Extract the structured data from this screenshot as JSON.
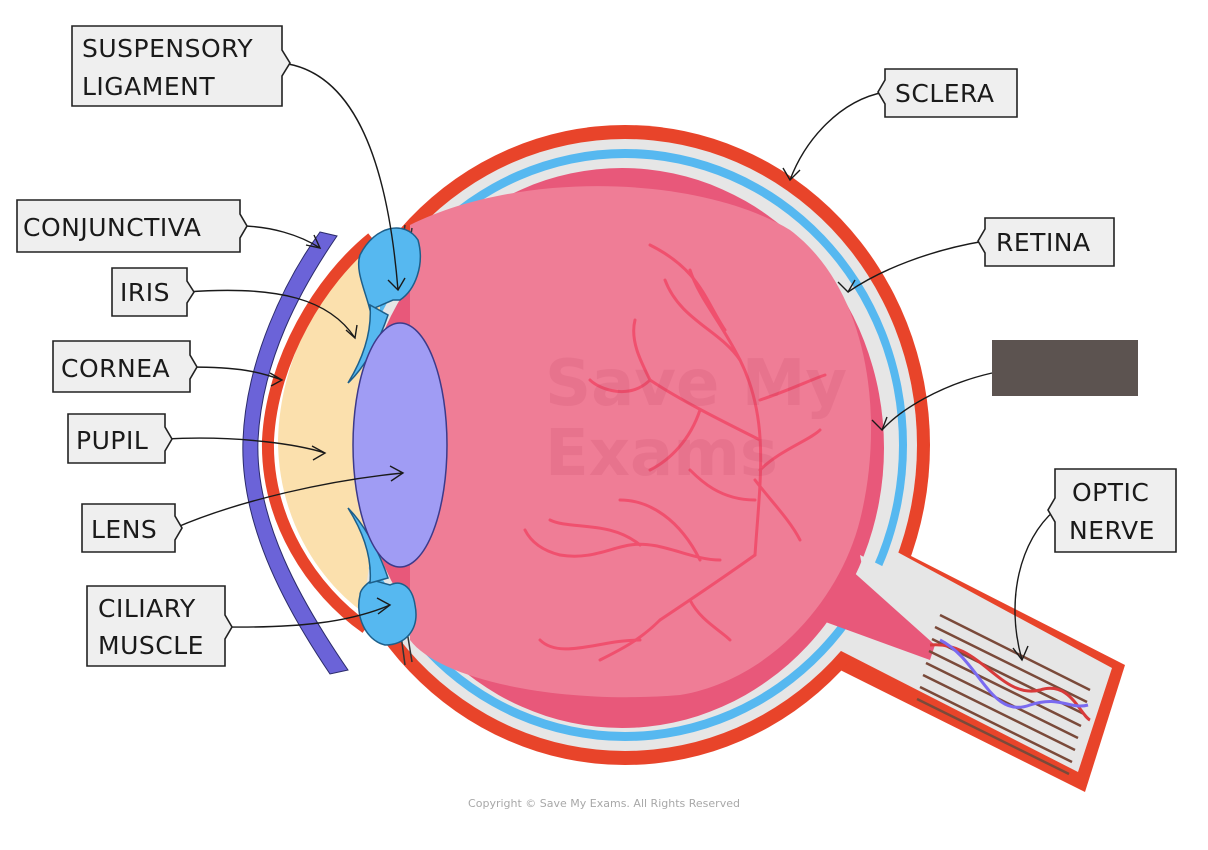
{
  "labels": {
    "suspensory_ligament": [
      "SUSPENSORY",
      "LIGAMENT"
    ],
    "conjunctiva": "CONJUNCTIVA",
    "iris": "IRIS",
    "cornea": "CORNEA",
    "pupil": "PUPIL",
    "lens": "LENS",
    "ciliary_muscle": [
      "CILIARY",
      "MUSCLE"
    ],
    "sclera": "SCLERA",
    "retina": "RETINA",
    "optic_nerve": [
      "OPTIC",
      "NERVE"
    ],
    "hidden_label": ""
  },
  "watermark": [
    "Save My",
    "Exams"
  ],
  "copyright": "Copyright © Save My Exams. All Rights Reserved",
  "colors": {
    "sclera": "#e8442a",
    "choroid": "#56b8f0",
    "retina": "#e8587a",
    "vitreous": "#ef7d96",
    "lens": "#a09cf4",
    "aqueous": "#fbe0ad",
    "conjunctiva": "#6b63d8",
    "vessels": "#f0506e"
  }
}
